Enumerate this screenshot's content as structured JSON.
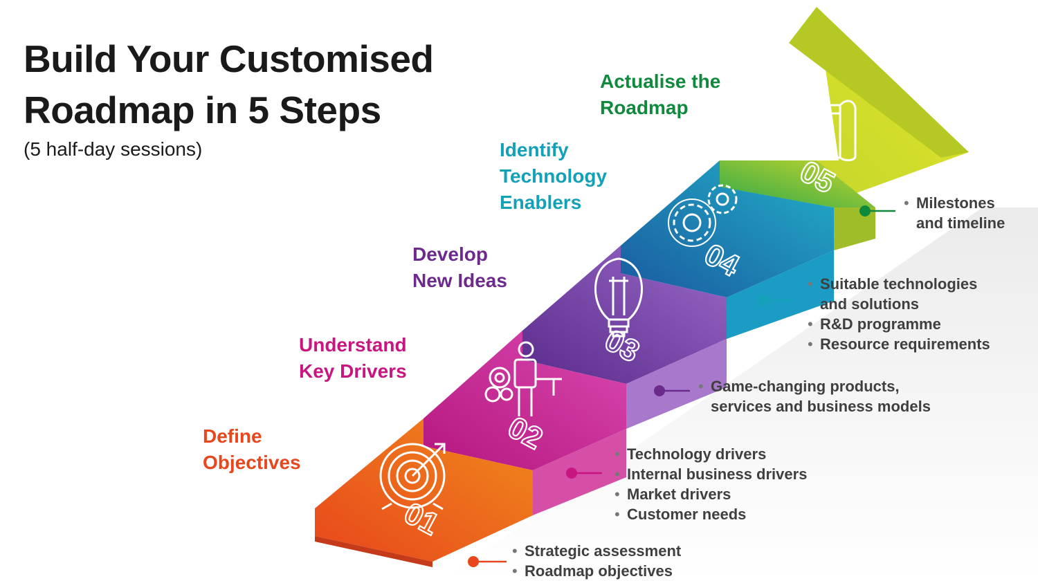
{
  "title": {
    "line1": "Build Your Customised",
    "line2": "Roadmap in 5 Steps"
  },
  "subtitle": "(5 half-day sessions)",
  "colors": {
    "step1": "#e8461c",
    "step2": "#c8157f",
    "step3": "#6c2a8c",
    "step4": "#13a1b8",
    "step5": "#0f8a3c",
    "arrow": "#c9d62a"
  },
  "steps": [
    {
      "number": "01",
      "label1": "Define",
      "label2": "Objectives",
      "label3": "",
      "icon": "target-icon",
      "bullets": [
        "Strategic assessment",
        "Roadmap objectives"
      ]
    },
    {
      "number": "02",
      "label1": "Understand",
      "label2": "Key Drivers",
      "label3": "",
      "icon": "person-key-icon",
      "bullets": [
        "Technology drivers",
        "Internal business drivers",
        "Market drivers",
        "Customer needs"
      ]
    },
    {
      "number": "03",
      "label1": "Develop",
      "label2": "New Ideas",
      "label3": "",
      "icon": "lightbulb-icon",
      "bullets": [
        "Game-changing products,",
        "services and business models"
      ]
    },
    {
      "number": "04",
      "label1": "Identify",
      "label2": "Technology",
      "label3": "Enablers",
      "icon": "gears-icon",
      "bullets": [
        "Suitable technologies",
        "and solutions",
        "R&D programme",
        "Resource requirements"
      ]
    },
    {
      "number": "05",
      "label1": "Actualise the",
      "label2": "Roadmap",
      "label3": "",
      "icon": "roadmap-chart-icon",
      "bullets": [
        "Milestones",
        "and timeline"
      ]
    }
  ]
}
